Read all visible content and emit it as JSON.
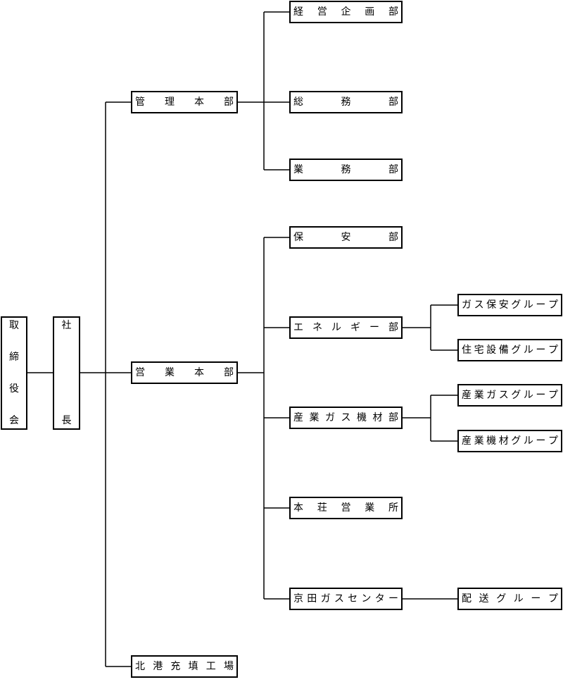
{
  "board": "取締役会",
  "president": "社長",
  "divisions": {
    "kanri": "管理本部",
    "eigyo": "営業本部",
    "plant": "北港充填工場"
  },
  "departments": {
    "keiei": "経営企画部",
    "somu": "総務部",
    "gyomu": "業務部",
    "hoan": "保安部",
    "energy": "エネルギー部",
    "sangyo": "産業ガス機材部",
    "honjo": "本荘営業所",
    "kyoden": "京田ガスセンター"
  },
  "groups": {
    "gas_hoan": "ガス保安グループ",
    "jutaku": "住宅設備グループ",
    "sangyo_gas": "産業ガスグループ",
    "sangyo_kizai": "産業機材グループ",
    "haiso": "配送グループ"
  }
}
